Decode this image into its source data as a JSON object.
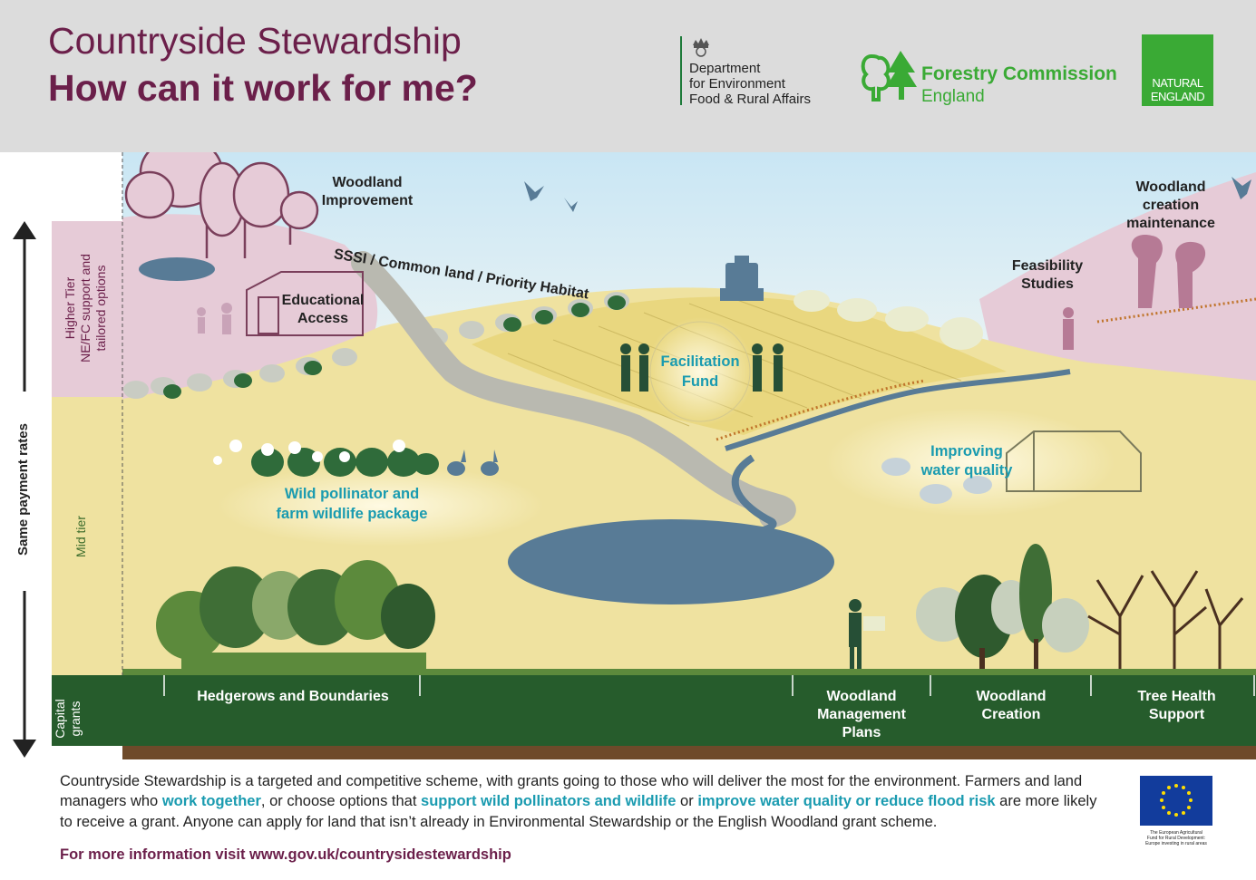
{
  "header": {
    "title_line1": "Countryside Stewardship",
    "title_line2": "How can it work for me?",
    "defra": [
      "Department",
      "for Environment",
      "Food & Rural Affairs"
    ],
    "forestry_commission": {
      "line1": "Forestry Commission",
      "line2": "England"
    },
    "natural_england": [
      "NATURAL",
      "ENGLAND"
    ]
  },
  "axis": {
    "vertical_label": "Same payment rates"
  },
  "tiers": {
    "higher": "Higher Tier\nNE/FC support and\ntailored options",
    "mid": "Mid tier",
    "capital": "Capital\ngrants"
  },
  "scene_labels": {
    "woodland_improvement": "Woodland\nImprovement",
    "sssi": "SSSI / Common land / Priority Habitat",
    "educational_access": "Educational\nAccess",
    "facilitation_fund": "Facilitation\nFund",
    "feasibility_studies": "Feasibility\nStudies",
    "woodland_creation_maintenance": "Woodland\ncreation\nmaintenance",
    "wild_pollinator": "Wild pollinator and\nfarm wildlife package",
    "improving_water_quality": "Improving\nwater quality"
  },
  "capital_grants": {
    "hedgerows": "Hedgerows and Boundaries",
    "woodland_management": "Woodland\nManagement\nPlans",
    "woodland_creation": "Woodland\nCreation",
    "tree_health": "Tree Health\nSupport"
  },
  "footer": {
    "para_1": "Countryside Stewardship is a targeted and competitive scheme, with grants going to those who will deliver the most for the environment. Farmers and land managers who ",
    "hl_1": "work together",
    "para_2": ", or choose options that ",
    "hl_2": "support wild pollinators and wildlife",
    "para_3": " or ",
    "hl_3": "improve water quality or reduce flood risk",
    "para_4": " are more likely to receive a grant. Anyone can apply for land that isn’t already in Environmental Stewardship or the English Woodland grant scheme.",
    "more_info": "For more information visit www.gov.uk/countrysidestewardship",
    "eu_caption": [
      "The European Agricultural",
      "Fund for Rural Development:",
      "Europe investing in rural areas"
    ]
  },
  "colors": {
    "title": "#6b1f4a",
    "highlight": "#1a9bb0",
    "higher_tier": "#e6cbd7",
    "mid_tier": "#efe2a0",
    "capital_band": "#265c2c",
    "defra_green": "#1d7a3a",
    "forestry_green": "#3aaa35",
    "water": "#587b96"
  },
  "icons": [
    "crown-crest-icon",
    "tree-logo-icon",
    "eu-flag-icon",
    "tractor-icon",
    "bird-icon",
    "sheep-icon",
    "cow-icon",
    "rabbit-icon",
    "person-icon",
    "barn-icon",
    "tree-icon",
    "flower-icon"
  ]
}
